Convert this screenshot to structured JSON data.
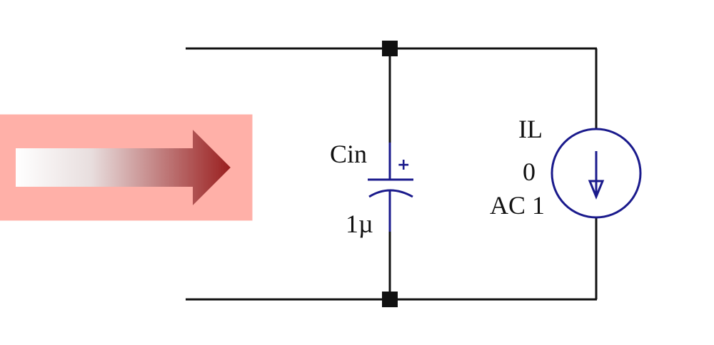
{
  "capacitor": {
    "name": "Cin",
    "value": "1µ",
    "polarity": "+"
  },
  "current_source": {
    "name": "IL",
    "dc_value": "0",
    "ac_value": "AC 1"
  },
  "colors": {
    "wire": "#111111",
    "component": "#1a1a8c",
    "arrow": "#9a1f1f"
  }
}
